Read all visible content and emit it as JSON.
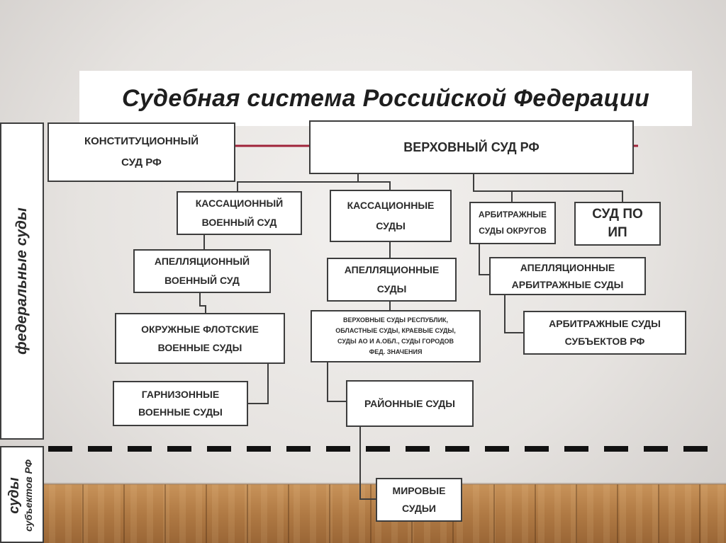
{
  "title": "Судебная система Российской Федерации",
  "side_labels": {
    "federal": "федеральные суды",
    "subjects_main": "суды",
    "subjects_sub": "субъектов РФ"
  },
  "nodes": {
    "constitutional": "КОНСТИТУЦИОННЫЙ\nСУД РФ",
    "supreme": "ВЕРХОВНЫЙ СУД РФ",
    "cassation_military": "КАССАЦИОННЫЙ\nВОЕННЫЙ СУД",
    "cassation": "КАССАЦИОННЫЕ\nСУДЫ",
    "arbitration_districts": "АРБИТРАЖНЫЕ\nСУДЫ ОКРУГОВ",
    "ip_court": "СУД ПО\nИП",
    "appeal_military": "АПЕЛЛЯЦИОННЫЙ\nВОЕННЫЙ СУД",
    "appeal": "АПЕЛЛЯЦИОННЫЕ\nСУДЫ",
    "appeal_arbitration": "АПЕЛЛЯЦИОННЫЕ\nАРБИТРАЖНЫЕ СУДЫ",
    "district_fleet": "ОКРУЖНЫЕ ФЛОТСКИЕ\nВОЕННЫЕ СУДЫ",
    "regional_supreme": "ВЕРХОВНЫЕ СУДЫ РЕСПУБЛИК,\nОБЛАСТНЫЕ СУДЫ,  КРАЕВЫЕ СУДЫ,\nСУДЫ АО И А.ОБЛ.,  СУДЫ ГОРОДОВ\nФЕД. ЗНАЧЕНИЯ",
    "arbitration_subjects": "АРБИТРАЖНЫЕ СУДЫ\nСУБЪЕКТОВ РФ",
    "garrison": "ГАРНИЗОННЫЕ\nВОЕННЫЕ СУДЫ",
    "district": "РАЙОННЫЕ  СУДЫ",
    "magistrates": "МИРОВЫЕ\nСУДЬИ"
  },
  "colors": {
    "connector": "#3d3d3d",
    "constitutional_link": "#a0243a",
    "divider": "#111111"
  }
}
